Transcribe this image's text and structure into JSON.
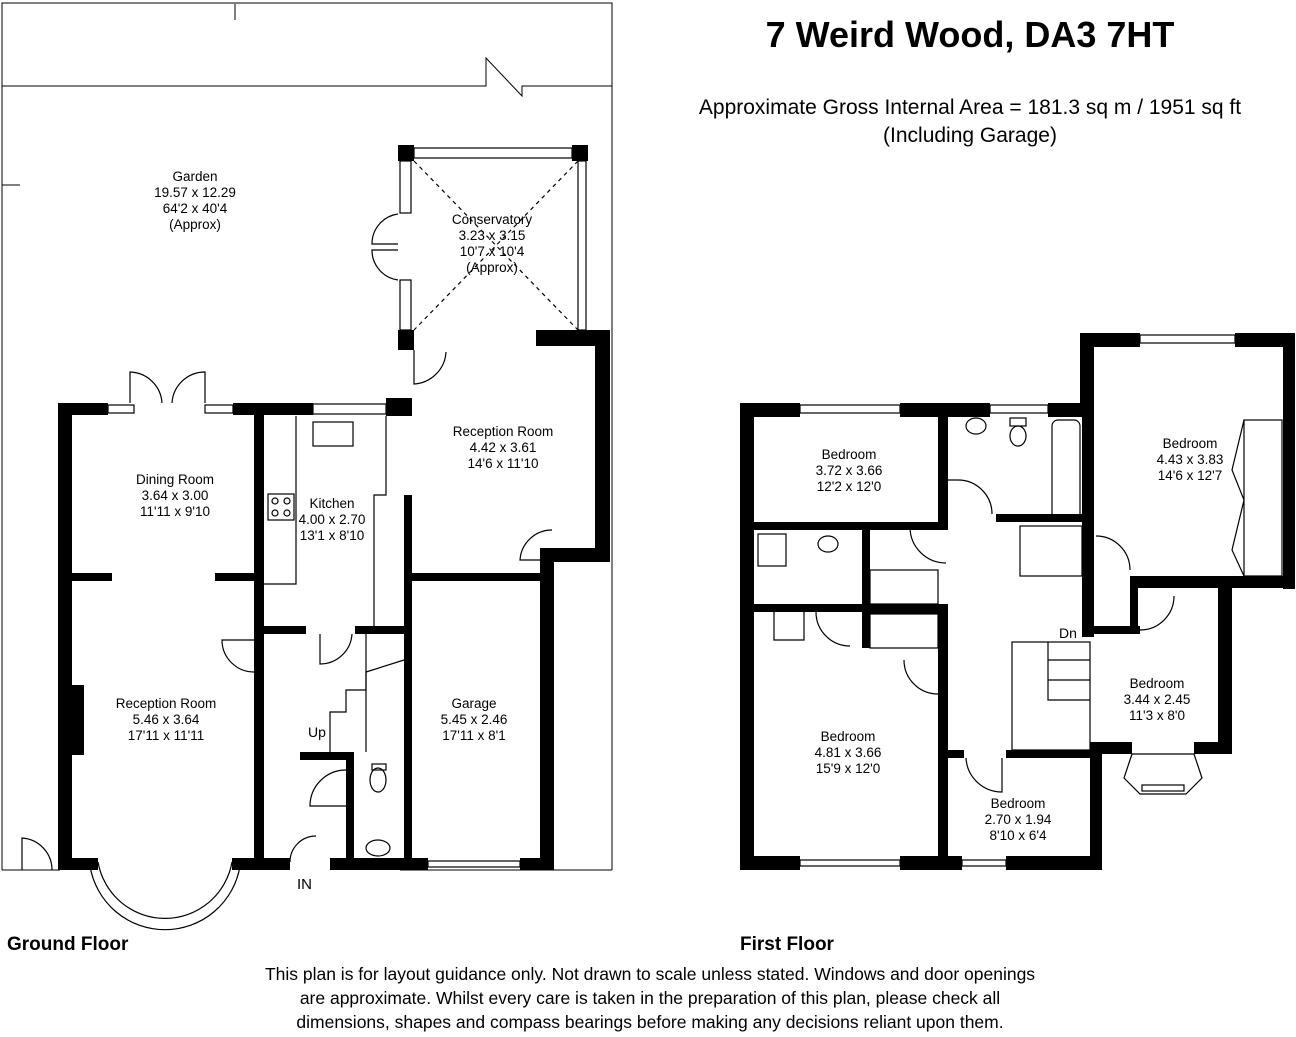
{
  "title": "7 Weird Wood, DA3 7HT",
  "area_line1": "Approximate Gross Internal Area = 181.3 sq m / 1951 sq ft",
  "area_line2": "(Including Garage)",
  "ground_floor": {
    "label": "Ground Floor",
    "in_label": "IN",
    "up_label": "Up",
    "rooms": {
      "garden": {
        "name": "Garden",
        "metric": "19.57 x 12.29",
        "imperial": "64'2 x 40'4",
        "note": "(Approx)"
      },
      "conservatory": {
        "name": "Conservatory",
        "metric": "3.23 x 3.15",
        "imperial": "10'7 x 10'4",
        "note": "(Approx)"
      },
      "dining": {
        "name": "Dining Room",
        "metric": "3.64 x 3.00",
        "imperial": "11'11 x 9'10"
      },
      "kitchen": {
        "name": "Kitchen",
        "metric": "4.00 x 2.70",
        "imperial": "13'1 x 8'10"
      },
      "reception_back": {
        "name": "Reception Room",
        "metric": "4.42 x 3.61",
        "imperial": "14'6 x 11'10"
      },
      "reception_front": {
        "name": "Reception Room",
        "metric": "5.46 x 3.64",
        "imperial": "17'11 x 11'11"
      },
      "garage": {
        "name": "Garage",
        "metric": "5.45 x 2.46",
        "imperial": "17'11 x 8'1"
      }
    }
  },
  "first_floor": {
    "label": "First Floor",
    "dn_label": "Dn",
    "rooms": {
      "bed_a": {
        "name": "Bedroom",
        "metric": "3.72 x 3.66",
        "imperial": "12'2 x 12'0"
      },
      "bed_b": {
        "name": "Bedroom",
        "metric": "4.43 x 3.83",
        "imperial": "14'6 x 12'7"
      },
      "bed_c": {
        "name": "Bedroom",
        "metric": "3.44 x 2.45",
        "imperial": "11'3 x 8'0"
      },
      "bed_d": {
        "name": "Bedroom",
        "metric": "4.81 x 3.66",
        "imperial": "15'9 x 12'0"
      },
      "bed_e": {
        "name": "Bedroom",
        "metric": "2.70 x 1.94",
        "imperial": "8'10 x 6'4"
      }
    }
  },
  "disclaimer": [
    "This plan is for layout guidance only. Not drawn to scale unless stated. Windows and door openings",
    "are approximate. Whilst every care is taken in the preparation of this plan, please check all",
    "dimensions, shapes and compass bearings before making any decisions reliant upon them."
  ]
}
